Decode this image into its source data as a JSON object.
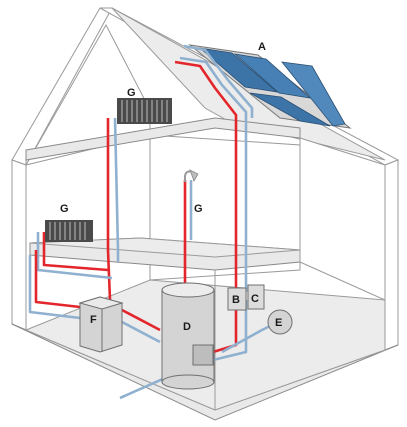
{
  "labels": {
    "solar_collectors": "A",
    "controller": "B",
    "pump_station": "C",
    "storage_tank": "D",
    "expansion_vessel": "E",
    "boiler": "F",
    "radiator_upper": "G",
    "radiator_lower": "G",
    "shower": "G"
  },
  "colors": {
    "flow": "#e3262b",
    "return": "#8fb1cf",
    "panel": "#3d74a8",
    "outline": "#8a8a8a"
  }
}
